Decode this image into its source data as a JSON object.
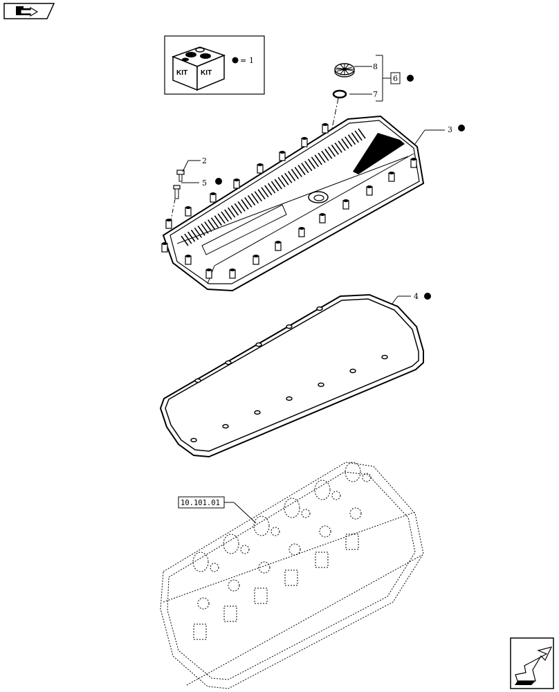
{
  "header": {
    "icon": "nav-folder-arrow-icon"
  },
  "kit_legend": {
    "kit_label_left": "KIT",
    "kit_label_right": "KIT",
    "equals": "=",
    "kit_number": "1"
  },
  "callouts": {
    "c1": "2",
    "c2": "5",
    "c3": "3",
    "c4": "4",
    "c5": "6",
    "c6": "7",
    "c7": "8"
  },
  "reference": {
    "label": "10.101.01"
  },
  "footer": {
    "icon": "next-page-arrow-icon"
  },
  "colors": {
    "line": "#000000",
    "background": "#ffffff"
  }
}
